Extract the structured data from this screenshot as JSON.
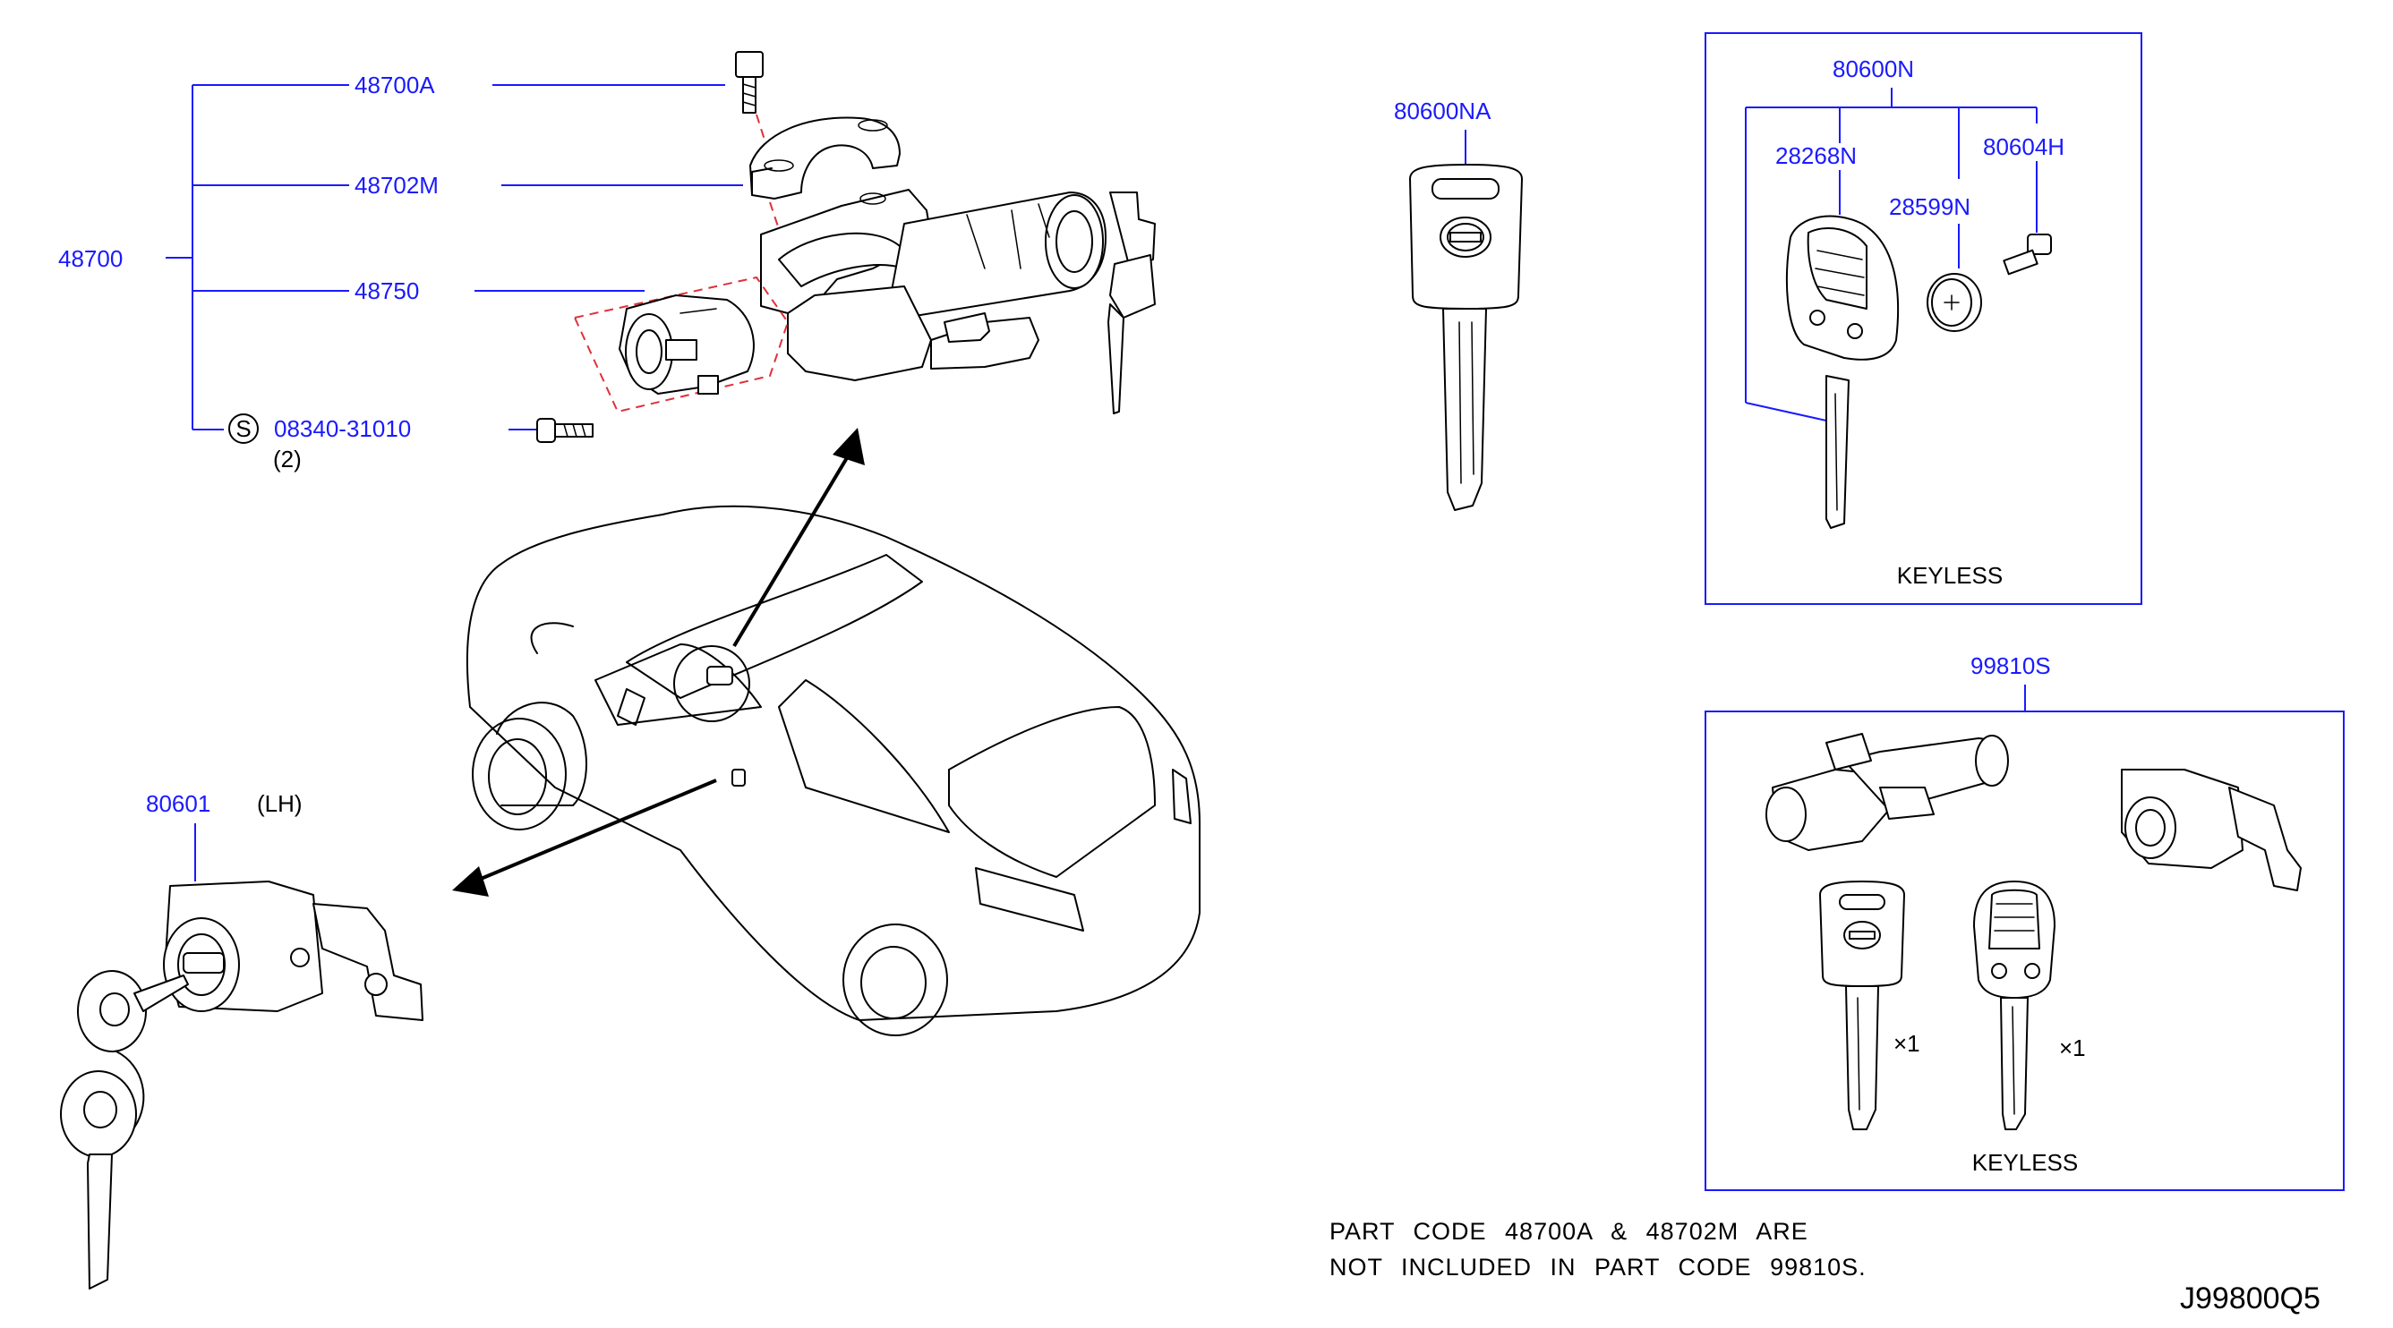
{
  "callouts": {
    "assembly": "48700",
    "bolt": "48700A",
    "clamp": "48702M",
    "cylinder": "48750",
    "screw": "08340-31010",
    "screw_qty": "(2)",
    "screw_symbol": "S",
    "door_lock": "80601",
    "door_lock_side": "(LH)",
    "key_blank": "80600NA",
    "keyless_set": "80600N",
    "keyless_case": "28268N",
    "battery": "28599N",
    "keyless_screw": "80604H",
    "lock_set": "99810S"
  },
  "boxes": {
    "keyless_label": "KEYLESS",
    "lockset_label": "KEYLESS",
    "qty_key": "×1",
    "qty_remote": "×1"
  },
  "note": {
    "line1": "PART CODE 48700A & 48702M ARE",
    "line2": "NOT INCLUDED IN PART CODE 99810S."
  },
  "drawing_code": "J99800Q5",
  "colors": {
    "callout_text": "#1a1aff",
    "leader_lines": "#1a1aff",
    "dashed_outline": "#e0303a",
    "line_art": "#000000"
  }
}
